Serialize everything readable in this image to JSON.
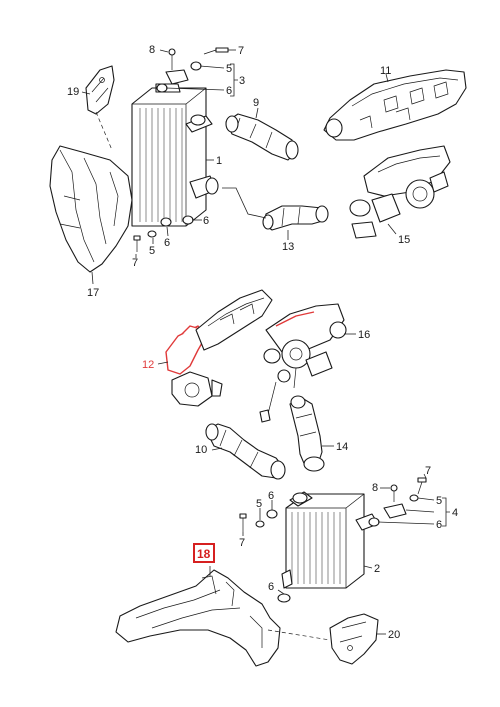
{
  "labels": {
    "n1": "1",
    "n2": "2",
    "n3": "3",
    "n4": "4",
    "n5a": "5",
    "n5b": "5",
    "n5c": "5",
    "n5d": "5",
    "n6a": "6",
    "n6b": "6",
    "n6c": "6",
    "n6d": "6",
    "n6e": "6",
    "n6f": "6",
    "n7a": "7",
    "n7b": "7",
    "n7c": "7",
    "n7d": "7",
    "n8a": "8",
    "n8b": "8",
    "n9": "9",
    "n10": "10",
    "n11": "11",
    "n12": "12",
    "n13": "13",
    "n14": "14",
    "n15": "15",
    "n16": "16",
    "n17": "17",
    "n18": "18",
    "n19": "19",
    "n20": "20"
  },
  "colors": {
    "highlight": "#e03a3a",
    "callout_box": "#d62020",
    "line": "#1a1a1a"
  }
}
